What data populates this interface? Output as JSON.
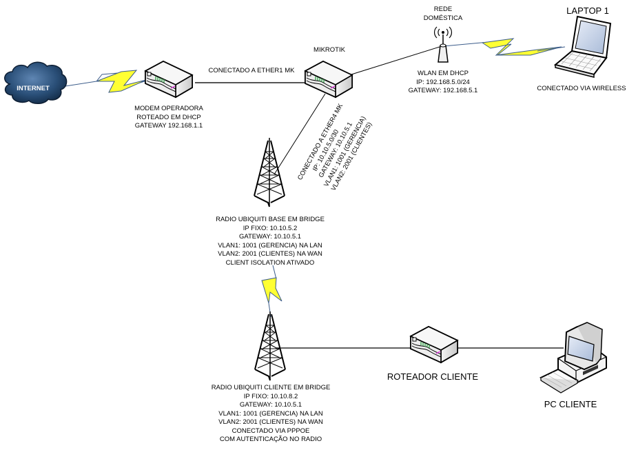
{
  "diagram": {
    "title": "Network topology: internet, Mikrotik, Ubiquiti bridge link, client",
    "nodes": {
      "internet": {
        "label": "INTERNET",
        "icon": "cloud-icon"
      },
      "modem": {
        "icon": "router-icon",
        "lines": [
          "MODEM OPERADORA",
          "ROTEADO EM DHCP",
          "GATEWAY 192.168.1.1"
        ]
      },
      "mikrotik": {
        "icon": "router-icon",
        "label": "MIKROTIK"
      },
      "wlan": {
        "icon": "wireless-access-point-icon",
        "title_lines": [
          "REDE",
          "DOMÉSTICA"
        ],
        "lines": [
          "WLAN EM DHCP",
          "IP: 192.168.5.0/24",
          "GATEWAY: 192.168.5.1"
        ]
      },
      "laptop": {
        "icon": "laptop-icon",
        "label": "LAPTOP 1",
        "caption": "CONECTADO VIA WIRELESS"
      },
      "radio_base": {
        "icon": "radio-tower-icon",
        "lines": [
          "RADIO UBIQUITI BASE EM BRIDGE",
          "IP FIXO: 10.10.5.2",
          "GATEWAY: 10.10.5.1",
          "VLAN1: 1001 (GERENCIA) NA LAN",
          "VLAN2: 2001 (CLIENTES) NA WAN",
          "CLIENT ISOLATION ATIVADO"
        ]
      },
      "radio_cliente": {
        "icon": "radio-tower-icon",
        "lines": [
          "RADIO UBIQUITI CLIENTE EM BRIDGE",
          "IP FIXO: 10.10.8.2",
          "GATEWAY: 10.10.5.1",
          "VLAN1: 1001 (GERENCIA) NA LAN",
          "VLAN2: 2001 (CLIENTES) NA WAN",
          "CONECTADO VIA PPPOE",
          "COM AUTENTICAÇÃO NO RADIO"
        ]
      },
      "roteador_cliente": {
        "icon": "router-icon",
        "label": "ROTEADOR CLIENTE"
      },
      "pc_cliente": {
        "icon": "desktop-computer-icon",
        "label": "PC CLIENTE"
      }
    },
    "links": {
      "modem_mikrotik": {
        "label": "CONECTADO A ETHER1 MK",
        "type": "wired"
      },
      "mikrotik_radio_base": {
        "type": "wired",
        "lines": [
          "CONECTADO A ETHER4 MK",
          "IP: 10.10.5.0/30",
          "GATEWAY: 10.10.5.1",
          "VLAN1: 1001 (GERENCIA)",
          "VLAN2: 2001 (CLIENTES)"
        ]
      },
      "internet_modem": {
        "type": "wireless"
      },
      "wlan_laptop": {
        "type": "wireless"
      },
      "radio_base_radio_cliente": {
        "type": "wireless"
      },
      "mikrotik_wlan": {
        "type": "wired"
      },
      "radio_cliente_roteador": {
        "type": "wired"
      },
      "roteador_pc": {
        "type": "wired"
      }
    },
    "colors": {
      "lightning_fill": "#ffff33",
      "lightning_stroke": "#3b5c8a",
      "cloud_fill": "#2a4f78",
      "device_body": "#f2f2f2",
      "led_green": "#2ea043",
      "led_magenta": "#e040e0",
      "line": "#000000"
    }
  }
}
